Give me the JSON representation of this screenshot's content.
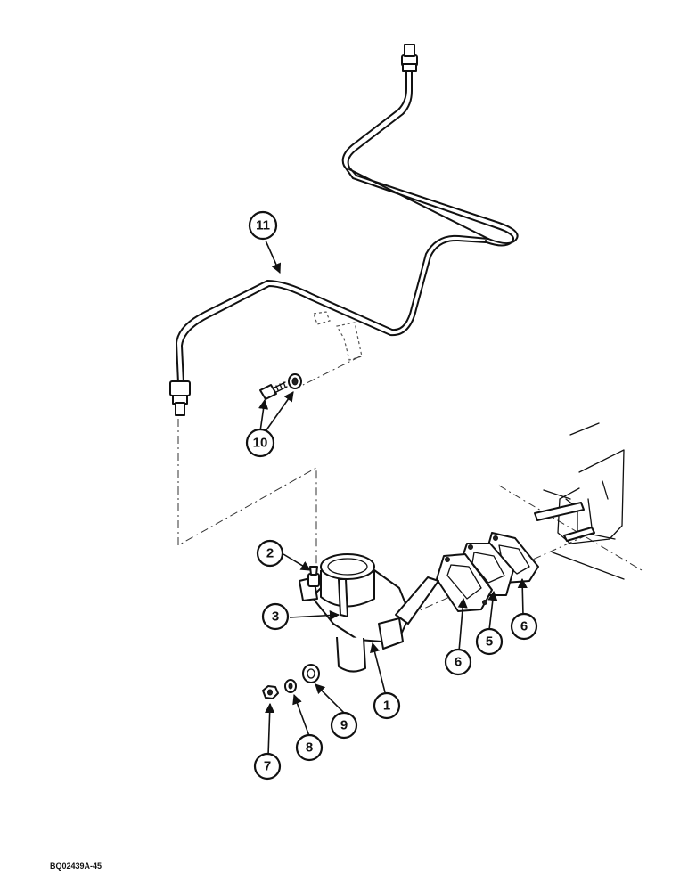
{
  "figure_ref": "BQ02439A-45",
  "callouts": {
    "c1": "1",
    "c2": "2",
    "c3": "3",
    "c5": "5",
    "c6a": "6",
    "c6b": "6",
    "c7": "7",
    "c8": "8",
    "c9": "9",
    "c10": "10",
    "c11": "11"
  }
}
